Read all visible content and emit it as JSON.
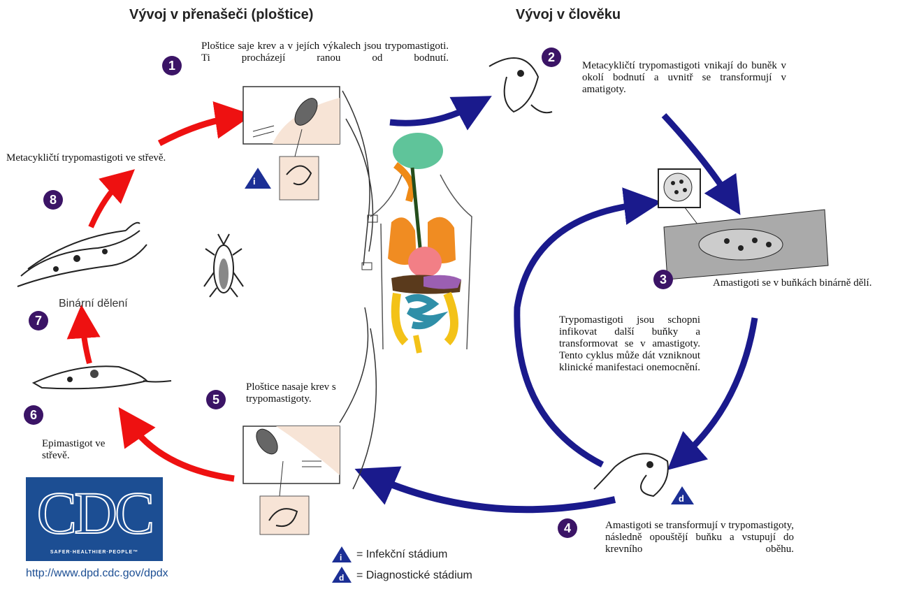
{
  "headings": {
    "vector": "Vývoj v přenašeči (ploštice)",
    "human": "Vývoj v člověku"
  },
  "steps": {
    "s1": {
      "number": "1",
      "text": "Ploštice saje krev a v jejích výkalech jsou trypomastigoti. Ti procházejí ranou od bodnutí."
    },
    "s2": {
      "number": "2",
      "text": "Metacykličtí trypomastigoti vnikají do buněk v okolí bodnutí a uvnitř se transformují v amatigoty."
    },
    "s3": {
      "number": "3",
      "text": "Amastigoti se v buňkách binárně dělí."
    },
    "s3b": {
      "text": "Trypomastigoti jsou schopni infikovat další buňky a transformovat se v amastigoty. Tento cyklus může dát vzniknout klinické manifestaci onemocnění."
    },
    "s4": {
      "number": "4",
      "text": "Amastigoti se transformují v trypomastigoty, následně opouštějí buňku a vstupují do krevního oběhu."
    },
    "s5": {
      "number": "5",
      "text": "Ploštice nasaje krev s trypomastigoty."
    },
    "s6": {
      "number": "6",
      "text": "Epimastigot ve střevě."
    },
    "s7": {
      "number": "7",
      "label": "Binární dělení"
    },
    "s8": {
      "number": "8",
      "text": "Metacykličtí trypomastigoti ve střevě."
    }
  },
  "badges": {
    "infective": "i",
    "diagnostic": "d"
  },
  "legend": {
    "infective_label": "= Infekční stádium",
    "diagnostic_label": "= Diagnostické stádium"
  },
  "cdc": {
    "logo_text": "CDC",
    "tagline": "SAFER·HEALTHIER·PEOPLE™",
    "url": "http://www.dpd.cdc.gov/dpdx"
  },
  "colors": {
    "human_arrow": "#1a1a8c",
    "vector_arrow": "#ee1111",
    "step_badge": "#3b1466",
    "stage_triangle": "#1c2f95",
    "cdc_blue": "#1c4e93"
  }
}
